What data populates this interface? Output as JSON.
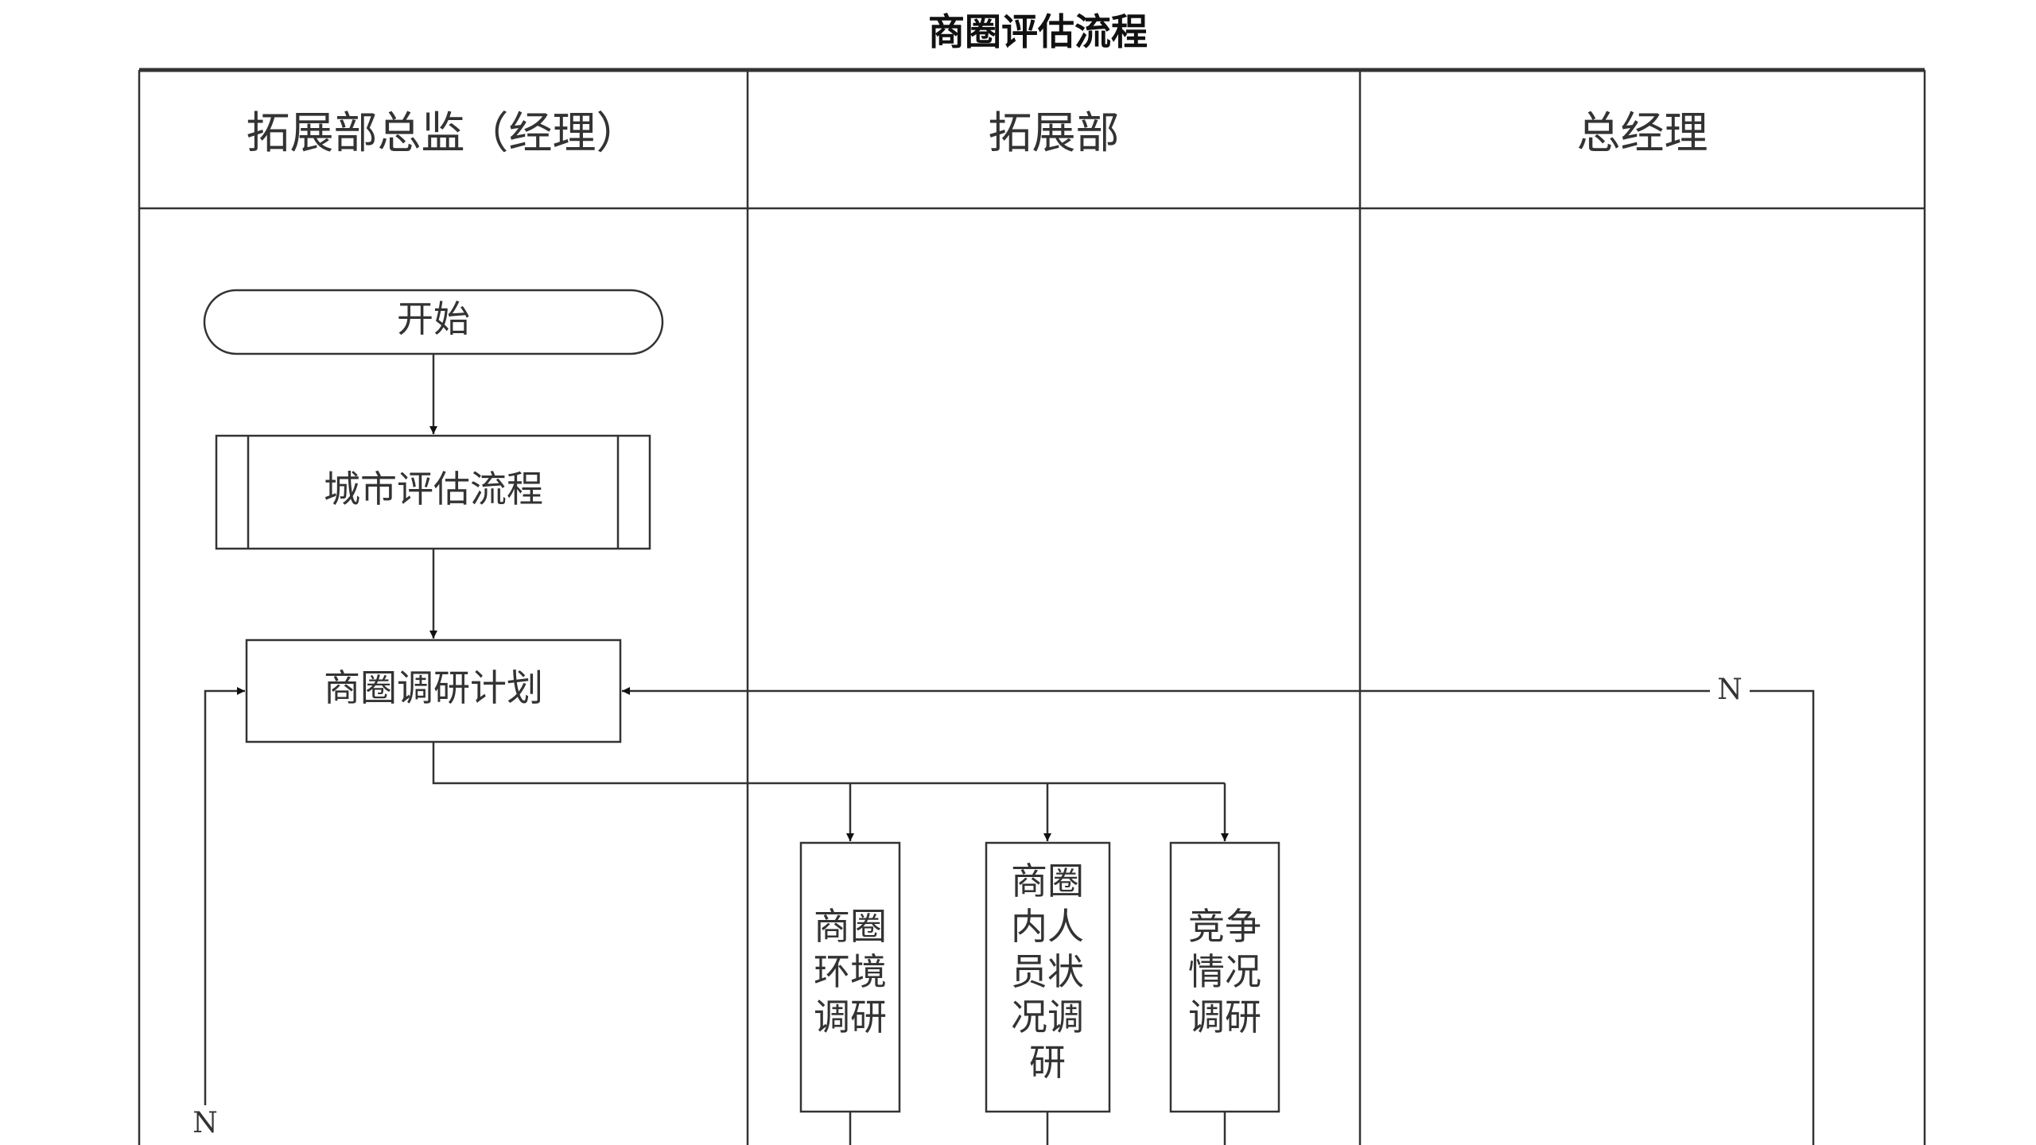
{
  "title": "商圈评估流程",
  "lanes": [
    {
      "label": "拓展部总监（经理）"
    },
    {
      "label": "拓展部"
    },
    {
      "label": "总经理"
    }
  ],
  "nodes": {
    "start": "开始",
    "city_eval": "城市评估流程",
    "plan": "商圈调研计划",
    "env_research": [
      "商圈",
      "环境",
      "调研"
    ],
    "people_research": [
      "商圈",
      "内人",
      "员状",
      "况调",
      "研"
    ],
    "competition_research": [
      "竞争",
      "情况",
      "调研"
    ]
  },
  "edge_labels": {
    "reject_right": "N",
    "reject_left": "N"
  }
}
